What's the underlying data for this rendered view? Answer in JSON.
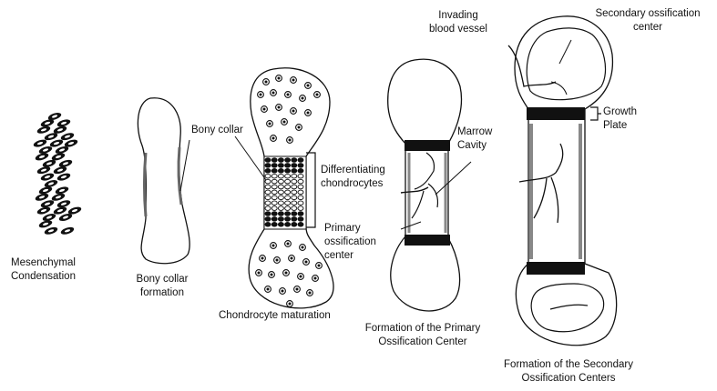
{
  "stages": {
    "mesenchymal": {
      "line1": "Mesenchymal",
      "line2": "Condensation"
    },
    "bony_collar": {
      "line1": "Bony collar",
      "line2": "formation"
    },
    "chondrocyte": {
      "line1": "Chondrocyte maturation"
    },
    "primary": {
      "line1": "Formation of the Primary",
      "line2": "Ossification Center"
    },
    "secondary": {
      "line1": "Formation of the Secondary",
      "line2": "Ossification Centers"
    }
  },
  "annotations": {
    "bony_collar": "Bony collar",
    "differentiating_1": "Differentiating",
    "differentiating_2": "chondrocytes",
    "primary_center_1": "Primary",
    "primary_center_2": "ossification",
    "primary_center_3": "center",
    "marrow_1": "Marrow",
    "marrow_2": "Cavity",
    "invading_1": "Invading",
    "invading_2": "blood vessel",
    "secondary_center_1": "Secondary ossification",
    "secondary_center_2": "center",
    "growth_1": "Growth",
    "growth_2": "Plate"
  },
  "colors": {
    "ink": "#111111",
    "bone": "#9a9a9a",
    "paper": "#ffffff"
  }
}
